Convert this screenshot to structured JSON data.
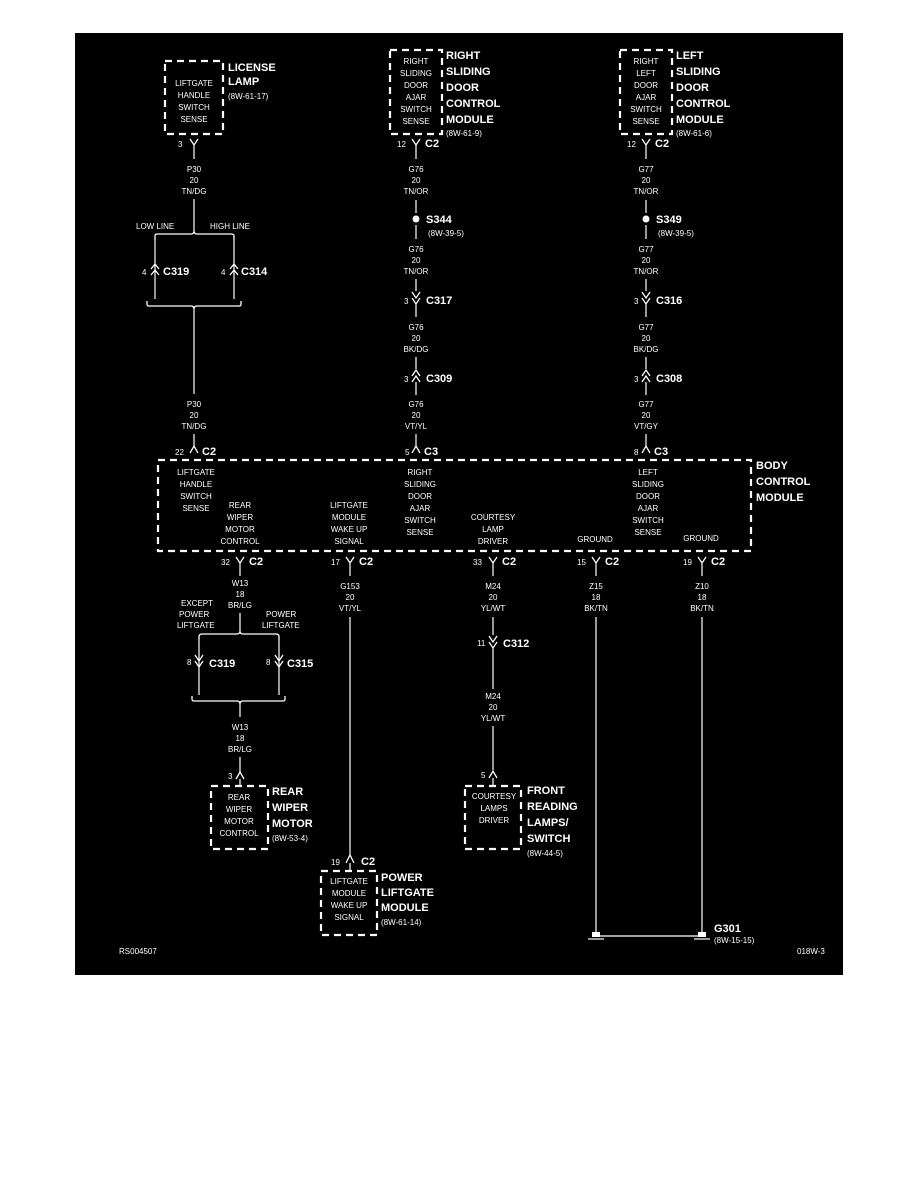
{
  "comps": {
    "license": {
      "box": [
        "LIFTGATE",
        "HANDLE",
        "SWITCH",
        "SENSE"
      ],
      "name": [
        "LICENSE",
        "LAMP"
      ],
      "ref": "(8W-61-17)"
    },
    "right_door": {
      "box": [
        "RIGHT",
        "SLIDING",
        "DOOR",
        "AJAR",
        "SWITCH",
        "SENSE"
      ],
      "name": [
        "RIGHT",
        "SLIDING",
        "DOOR",
        "CONTROL",
        "MODULE"
      ],
      "ref": "(8W-61-9)"
    },
    "left_door": {
      "box": [
        "RIGHT",
        "LEFT",
        "DOOR",
        "AJAR",
        "SWITCH",
        "SENSE"
      ],
      "name": [
        "LEFT",
        "SLIDING",
        "DOOR",
        "CONTROL",
        "MODULE"
      ],
      "ref": "(8W-61-6)"
    },
    "bcm": {
      "name": [
        "BODY",
        "CONTROL",
        "MODULE"
      ],
      "liftgate": [
        "LIFTGATE",
        "HANDLE",
        "SWITCH",
        "SENSE"
      ],
      "rear_wiper": [
        "REAR",
        "WIPER",
        "MOTOR",
        "CONTROL"
      ],
      "wake": [
        "LIFTGATE",
        "MODULE",
        "WAKE UP",
        "SIGNAL"
      ],
      "right_ajar": [
        "RIGHT",
        "SLIDING",
        "DOOR",
        "AJAR",
        "SWITCH",
        "SENSE"
      ],
      "courtesy": [
        "COURTESY",
        "LAMP",
        "DRIVER"
      ],
      "ground1": "GROUND",
      "left_ajar": [
        "LEFT",
        "SLIDING",
        "DOOR",
        "AJAR",
        "SWITCH",
        "SENSE"
      ],
      "ground2": "GROUND"
    },
    "rear_wiper": {
      "box": [
        "REAR",
        "WIPER",
        "MOTOR",
        "CONTROL"
      ],
      "name": [
        "REAR",
        "WIPER",
        "MOTOR"
      ],
      "ref": "(8W-53-4)"
    },
    "power_liftgate": {
      "box": [
        "LIFTGATE",
        "MODULE",
        "WAKE UP",
        "SIGNAL"
      ],
      "name": [
        "POWER",
        "LIFTGATE",
        "MODULE"
      ],
      "ref": "(8W-61-14)"
    },
    "front_lamps": {
      "box": [
        "COURTESY",
        "LAMPS",
        "DRIVER"
      ],
      "name": [
        "FRONT",
        "READING",
        "LAMPS/",
        "SWITCH"
      ],
      "ref": "(8W-44-5)"
    },
    "ground": {
      "name": "G301",
      "ref": "(8W-15-15)"
    }
  },
  "wires": {
    "p30_top": [
      "P30",
      "20",
      "TN/DG"
    ],
    "p30_bot": [
      "P30",
      "20",
      "TN/DG"
    ],
    "g76_1": [
      "G76",
      "20",
      "TN/OR"
    ],
    "g76_2": [
      "G76",
      "20",
      "TN/OR"
    ],
    "g76_3": [
      "G76",
      "20",
      "BK/DG"
    ],
    "g76_4": [
      "G76",
      "20",
      "VT/YL"
    ],
    "g77_1": [
      "G77",
      "20",
      "TN/OR"
    ],
    "g77_2": [
      "G77",
      "20",
      "TN/OR"
    ],
    "g77_3": [
      "G77",
      "20",
      "BK/DG"
    ],
    "g77_4": [
      "G77",
      "20",
      "VT/GY"
    ],
    "w13_top": [
      "W13",
      "18",
      "BR/LG"
    ],
    "w13_bot": [
      "W13",
      "18",
      "BR/LG"
    ],
    "g153": [
      "G153",
      "20",
      "VT/YL"
    ],
    "m24_top": [
      "M24",
      "20",
      "YL/WT"
    ],
    "m24_bot": [
      "M24",
      "20",
      "YL/WT"
    ],
    "z15": [
      "Z15",
      "18",
      "BK/TN"
    ],
    "z10": [
      "Z10",
      "18",
      "BK/TN"
    ]
  },
  "splices": {
    "s344": {
      "name": "S344",
      "ref": "(8W-39-5)"
    },
    "s349": {
      "name": "S349",
      "ref": "(8W-39-5)"
    }
  },
  "options": {
    "low_line": "LOW LINE",
    "high_line": "HIGH LINE",
    "except_power": [
      "EXCEPT",
      "POWER",
      "LIFTGATE"
    ],
    "power": [
      "POWER",
      "LIFTGATE"
    ]
  },
  "connectors": {
    "lic_c2": {
      "pin": "3",
      "name": ""
    },
    "rd_c2": {
      "pin": "12",
      "name": "C2"
    },
    "ld_c2": {
      "pin": "12",
      "name": "C2"
    },
    "c319a": {
      "pin": "4",
      "name": "C319"
    },
    "c314": {
      "pin": "4",
      "name": "C314"
    },
    "c317": {
      "pin": "3",
      "name": "C317"
    },
    "c309": {
      "pin": "3",
      "name": "C309"
    },
    "c316": {
      "pin": "3",
      "name": "C316"
    },
    "c308": {
      "pin": "3",
      "name": "C308"
    },
    "bcm_c2_22": {
      "pin": "22",
      "name": "C2"
    },
    "bcm_c3_5": {
      "pin": "5",
      "name": "C3"
    },
    "bcm_c3_8": {
      "pin": "8",
      "name": "C3"
    },
    "bcm_c2_32": {
      "pin": "32",
      "name": "C2"
    },
    "bcm_c2_17": {
      "pin": "17",
      "name": "C2"
    },
    "bcm_c2_33": {
      "pin": "33",
      "name": "C2"
    },
    "bcm_c2_15": {
      "pin": "15",
      "name": "C2"
    },
    "bcm_c2_19": {
      "pin": "19",
      "name": "C2"
    },
    "c319b": {
      "pin": "8",
      "name": "C319"
    },
    "c315": {
      "pin": "8",
      "name": "C315"
    },
    "c312": {
      "pin": "11",
      "name": "C312"
    },
    "wiper_pin": {
      "pin": "3",
      "name": ""
    },
    "plm_c2": {
      "pin": "19",
      "name": "C2"
    },
    "lamps_pin": {
      "pin": "5",
      "name": ""
    }
  },
  "codes": {
    "left": "RS004507",
    "right": "018W-3"
  }
}
